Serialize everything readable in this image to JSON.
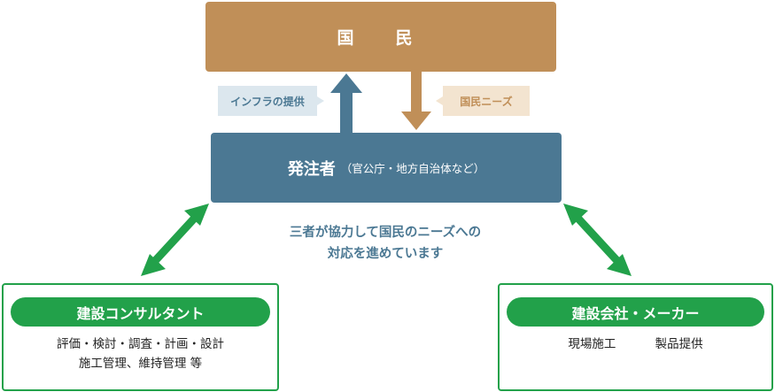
{
  "citizens": {
    "label": "国　民"
  },
  "orderer": {
    "label": "発注者",
    "sub_label": "（官公庁・地方自治体など）"
  },
  "arrows": {
    "up_label": "インフラの提供",
    "down_label": "国民ニーズ"
  },
  "message": {
    "line1": "三者が協力して国民のニーズへの",
    "line2": "対応を進めています"
  },
  "left_card": {
    "title": "建設コンサルタント",
    "lines": [
      "評価・検討・調査・計画・設計",
      "施工管理、維持管理 等"
    ]
  },
  "right_card": {
    "title": "建設会社・メーカー",
    "items": [
      "現場施工",
      "製品提供"
    ]
  },
  "colors": {
    "brown": "#c08f58",
    "blue": "#4b7893",
    "green": "#22a14a"
  }
}
